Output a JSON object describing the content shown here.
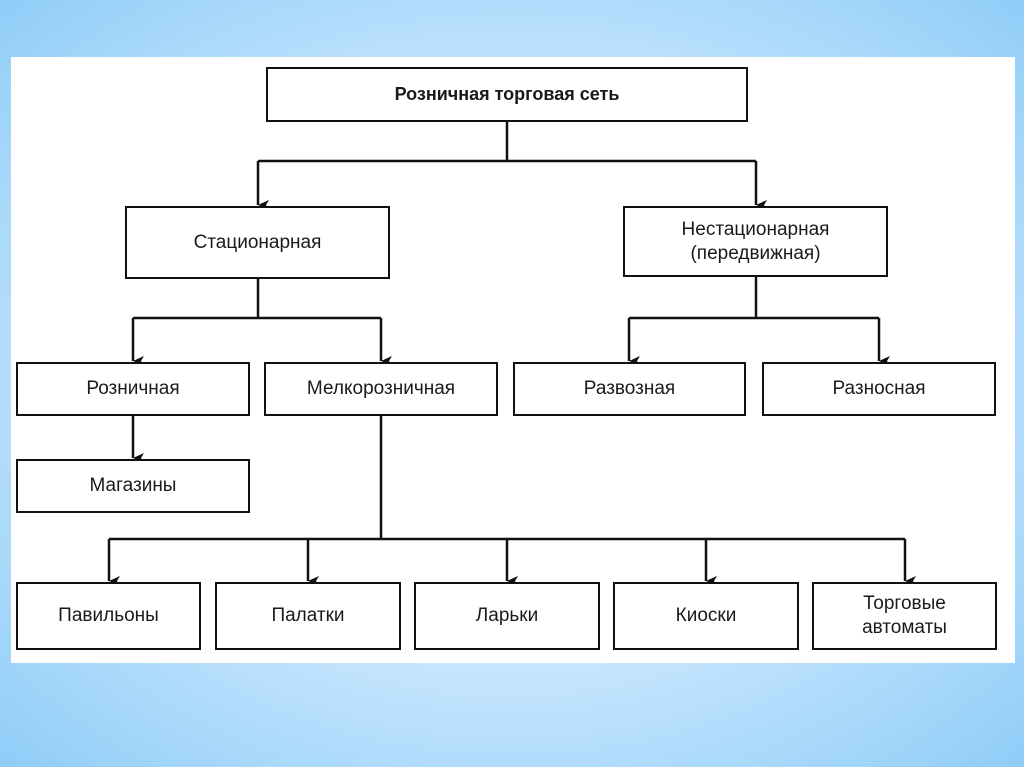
{
  "colors": {
    "line": "#111111",
    "box_border": "#111111",
    "text": "#1a1a1a",
    "backdrop": "#8fcdf7"
  },
  "diagram": {
    "root": "Розничная торговая сеть",
    "stationary": {
      "label": "Стационарная",
      "retail": "Розничная",
      "stores": "Магазины",
      "small_retail": "Мелкорозничная",
      "small_retail_types": [
        "Павильоны",
        "Палатки",
        "Ларьки",
        "Киоски",
        "Торговые\nавтоматы"
      ]
    },
    "mobile": {
      "label": "Нестационарная\n(передвижная)",
      "delivery": "Развозная",
      "peddling": "Разносная"
    }
  }
}
